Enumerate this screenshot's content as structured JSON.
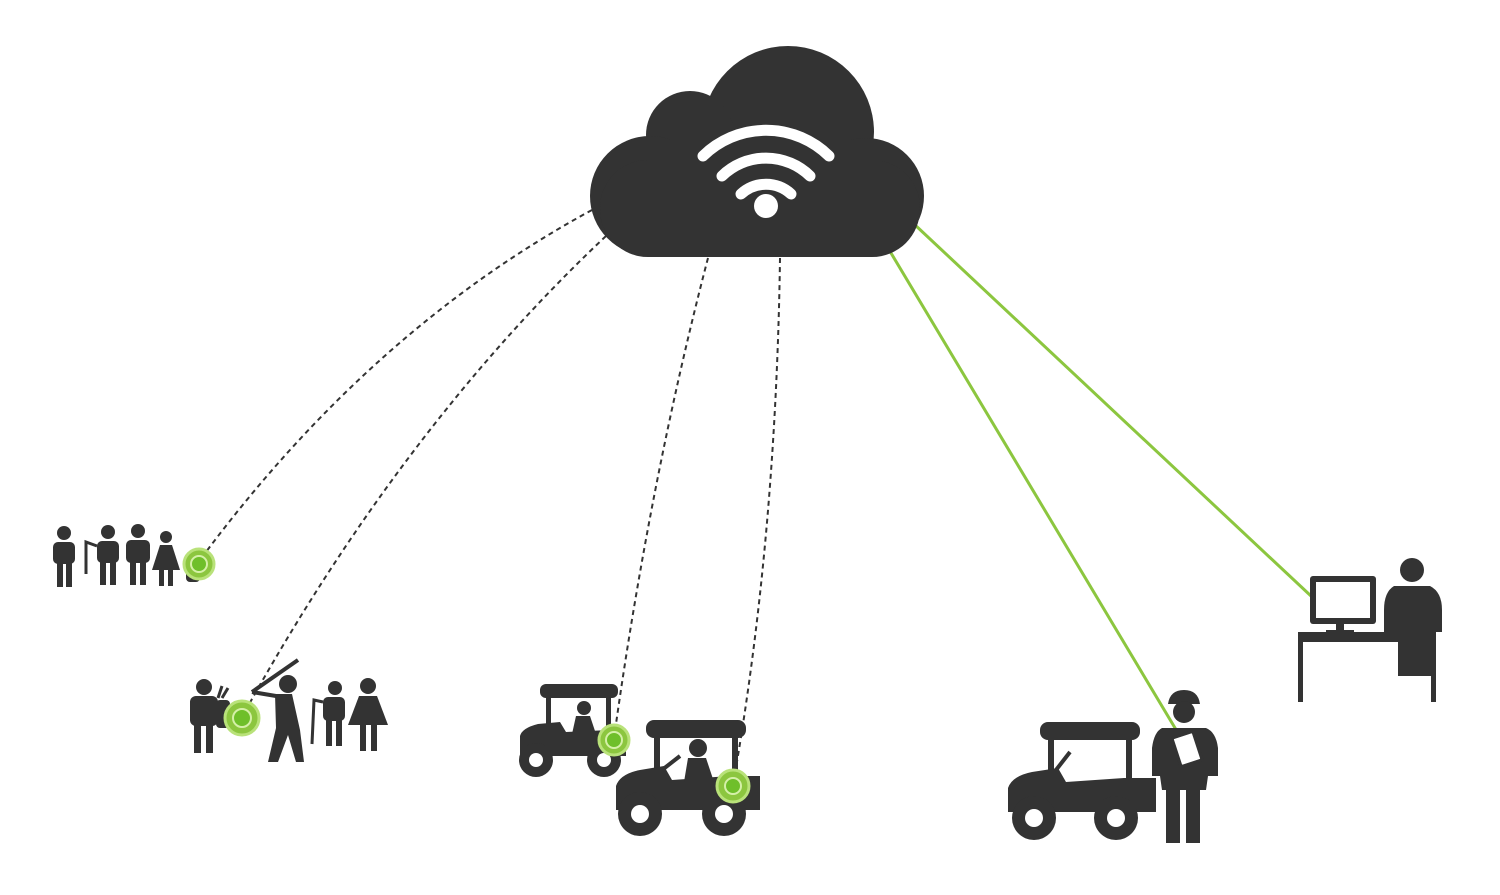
{
  "colors": {
    "icon": "#333333",
    "background": "#ffffff",
    "accent": "#8cc63f",
    "accent_dark": "#5fa82a",
    "dashed_link": "#333333"
  },
  "nodes": [
    {
      "id": "cloud",
      "icon": "wifi-cloud-icon"
    },
    {
      "id": "golfer-group-1",
      "icon": "golfer-group-icon"
    },
    {
      "id": "golfer-group-2",
      "icon": "golfer-group-icon"
    },
    {
      "id": "golf-cart-1",
      "icon": "golf-cart-icon"
    },
    {
      "id": "golf-cart-2",
      "icon": "golf-cart-icon"
    },
    {
      "id": "marshal-cart",
      "icon": "golf-cart-icon"
    },
    {
      "id": "marshal",
      "icon": "course-marshal-icon"
    },
    {
      "id": "pro-shop-desk",
      "icon": "computer-desk-icon"
    }
  ],
  "links": [
    {
      "from": "cloud",
      "to": "golfer-group-1",
      "style": "dashed"
    },
    {
      "from": "cloud",
      "to": "golfer-group-2",
      "style": "dashed"
    },
    {
      "from": "cloud",
      "to": "golf-cart-1",
      "style": "dashed"
    },
    {
      "from": "cloud",
      "to": "golf-cart-2",
      "style": "dashed"
    },
    {
      "from": "cloud",
      "to": "marshal",
      "style": "solid-green"
    },
    {
      "from": "cloud",
      "to": "pro-shop-desk",
      "style": "solid-green"
    }
  ]
}
